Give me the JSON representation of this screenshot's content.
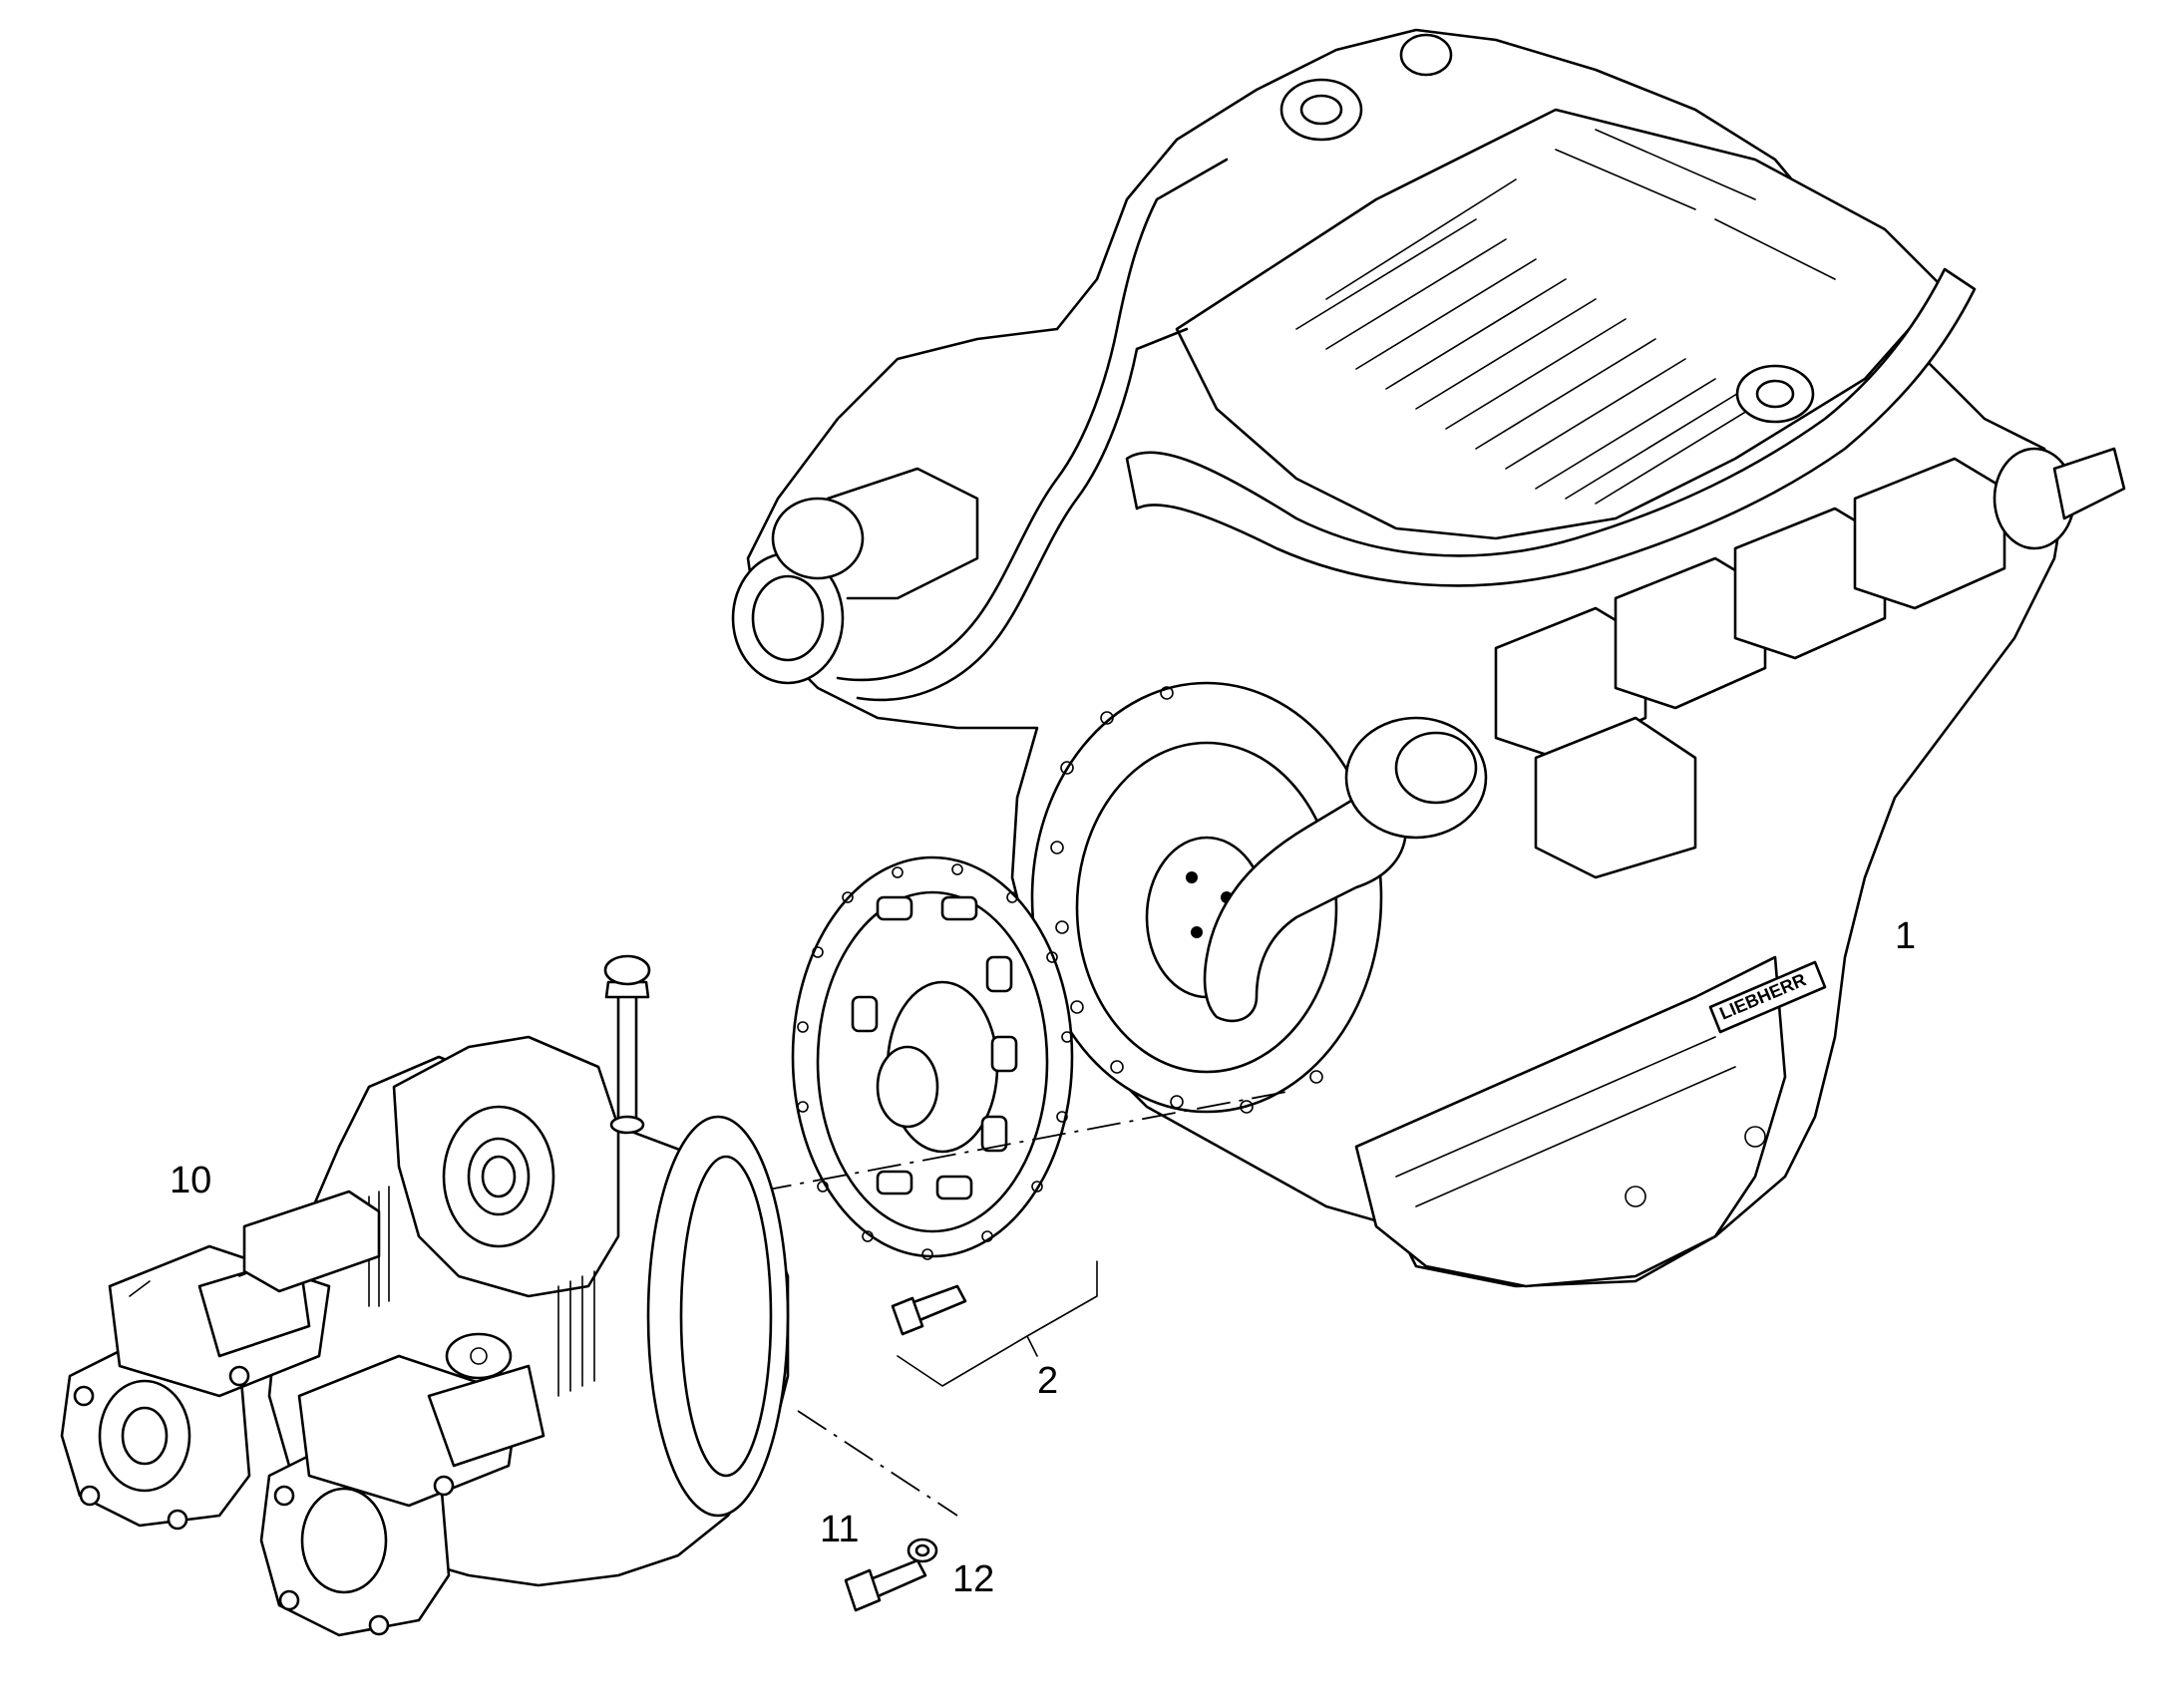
{
  "callouts": [
    {
      "id": "c1",
      "label": "1"
    },
    {
      "id": "c2",
      "label": "2"
    },
    {
      "id": "c10",
      "label": "10"
    },
    {
      "id": "c11",
      "label": "11"
    },
    {
      "id": "c12",
      "label": "12"
    }
  ],
  "engine_brand_text": "LIEBHERR"
}
